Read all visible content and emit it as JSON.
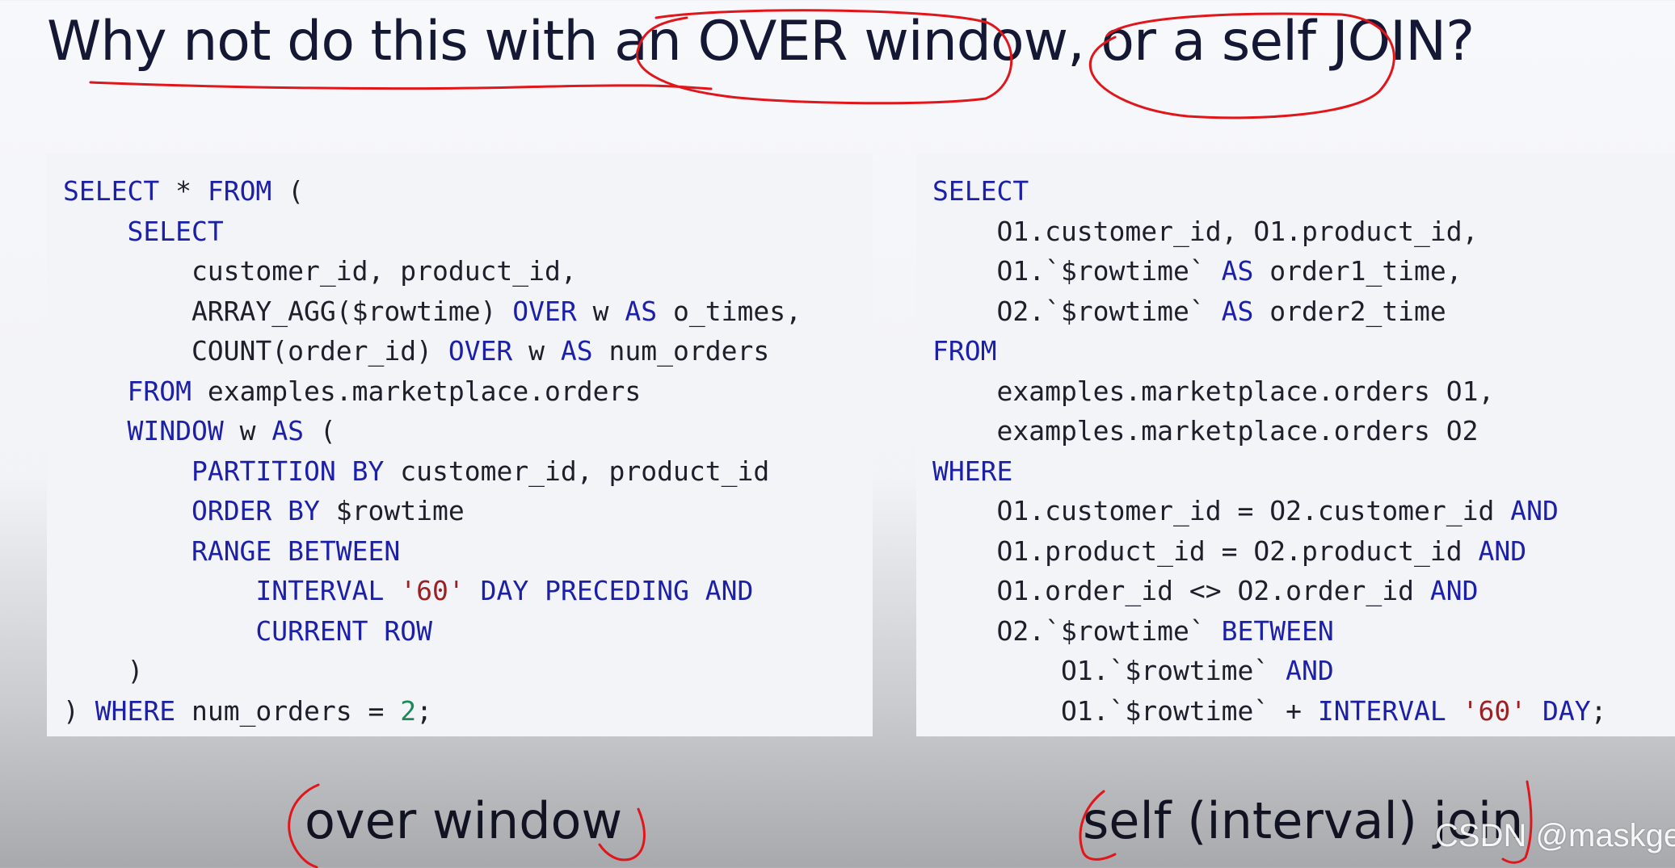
{
  "slide": {
    "title": "Why not do this with an OVER window, or a self JOIN?",
    "left_caption": "over window",
    "right_caption": "self (interval) join",
    "watermark": "CSDN @maskge"
  },
  "colors": {
    "keyword": "#1c1fa8",
    "string": "#9c1f24",
    "number": "#1a8a5b",
    "text": "#1d1f2a",
    "annotation": "#e0161b"
  },
  "left_code": [
    [
      {
        "t": "kw",
        "v": "SELECT"
      },
      {
        "t": "id",
        "v": " * "
      },
      {
        "t": "kw",
        "v": "FROM"
      },
      {
        "t": "id",
        "v": " ("
      }
    ],
    [
      {
        "t": "id",
        "v": "    "
      },
      {
        "t": "kw",
        "v": "SELECT"
      }
    ],
    [
      {
        "t": "id",
        "v": "        customer_id, product_id,"
      }
    ],
    [
      {
        "t": "id",
        "v": "        ARRAY_AGG($rowtime) "
      },
      {
        "t": "kw",
        "v": "OVER"
      },
      {
        "t": "id",
        "v": " w "
      },
      {
        "t": "kw",
        "v": "AS"
      },
      {
        "t": "id",
        "v": " o_times,"
      }
    ],
    [
      {
        "t": "id",
        "v": "        COUNT(order_id) "
      },
      {
        "t": "kw",
        "v": "OVER"
      },
      {
        "t": "id",
        "v": " w "
      },
      {
        "t": "kw",
        "v": "AS"
      },
      {
        "t": "id",
        "v": " num_orders"
      }
    ],
    [
      {
        "t": "id",
        "v": "    "
      },
      {
        "t": "kw",
        "v": "FROM"
      },
      {
        "t": "id",
        "v": " examples.marketplace.orders"
      }
    ],
    [
      {
        "t": "id",
        "v": "    "
      },
      {
        "t": "kw",
        "v": "WINDOW"
      },
      {
        "t": "id",
        "v": " w "
      },
      {
        "t": "kw",
        "v": "AS"
      },
      {
        "t": "id",
        "v": " ("
      }
    ],
    [
      {
        "t": "id",
        "v": "        "
      },
      {
        "t": "kw",
        "v": "PARTITION BY"
      },
      {
        "t": "id",
        "v": " customer_id, product_id"
      }
    ],
    [
      {
        "t": "id",
        "v": "        "
      },
      {
        "t": "kw",
        "v": "ORDER BY"
      },
      {
        "t": "id",
        "v": " $rowtime"
      }
    ],
    [
      {
        "t": "id",
        "v": "        "
      },
      {
        "t": "kw",
        "v": "RANGE BETWEEN"
      }
    ],
    [
      {
        "t": "id",
        "v": "            "
      },
      {
        "t": "kw",
        "v": "INTERVAL"
      },
      {
        "t": "id",
        "v": " "
      },
      {
        "t": "str",
        "v": "'60'"
      },
      {
        "t": "id",
        "v": " "
      },
      {
        "t": "kw",
        "v": "DAY PRECEDING AND"
      }
    ],
    [
      {
        "t": "id",
        "v": "            "
      },
      {
        "t": "kw",
        "v": "CURRENT ROW"
      }
    ],
    [
      {
        "t": "id",
        "v": "    )"
      }
    ],
    [
      {
        "t": "id",
        "v": ") "
      },
      {
        "t": "kw",
        "v": "WHERE"
      },
      {
        "t": "id",
        "v": " num_orders = "
      },
      {
        "t": "num",
        "v": "2"
      },
      {
        "t": "id",
        "v": ";"
      }
    ]
  ],
  "right_code": [
    [
      {
        "t": "kw",
        "v": "SELECT"
      }
    ],
    [
      {
        "t": "id",
        "v": "    O1.customer_id, O1.product_id,"
      }
    ],
    [
      {
        "t": "id",
        "v": "    O1.`$rowtime` "
      },
      {
        "t": "kw",
        "v": "AS"
      },
      {
        "t": "id",
        "v": " order1_time,"
      }
    ],
    [
      {
        "t": "id",
        "v": "    O2.`$rowtime` "
      },
      {
        "t": "kw",
        "v": "AS"
      },
      {
        "t": "id",
        "v": " order2_time"
      }
    ],
    [
      {
        "t": "kw",
        "v": "FROM"
      }
    ],
    [
      {
        "t": "id",
        "v": "    examples.marketplace.orders O1,"
      }
    ],
    [
      {
        "t": "id",
        "v": "    examples.marketplace.orders O2"
      }
    ],
    [
      {
        "t": "kw",
        "v": "WHERE"
      }
    ],
    [
      {
        "t": "id",
        "v": "    O1.customer_id = O2.customer_id "
      },
      {
        "t": "kw",
        "v": "AND"
      }
    ],
    [
      {
        "t": "id",
        "v": "    O1.product_id = O2.product_id "
      },
      {
        "t": "kw",
        "v": "AND"
      }
    ],
    [
      {
        "t": "id",
        "v": "    O1.order_id <> O2.order_id "
      },
      {
        "t": "kw",
        "v": "AND"
      }
    ],
    [
      {
        "t": "id",
        "v": "    O2.`$rowtime` "
      },
      {
        "t": "kw",
        "v": "BETWEEN"
      }
    ],
    [
      {
        "t": "id",
        "v": "        O1.`$rowtime` "
      },
      {
        "t": "kw",
        "v": "AND"
      }
    ],
    [
      {
        "t": "id",
        "v": "        O1.`$rowtime` + "
      },
      {
        "t": "kw",
        "v": "INTERVAL"
      },
      {
        "t": "id",
        "v": " "
      },
      {
        "t": "str",
        "v": "'60'"
      },
      {
        "t": "id",
        "v": " "
      },
      {
        "t": "kw",
        "v": "DAY"
      },
      {
        "t": "id",
        "v": ";"
      }
    ]
  ]
}
